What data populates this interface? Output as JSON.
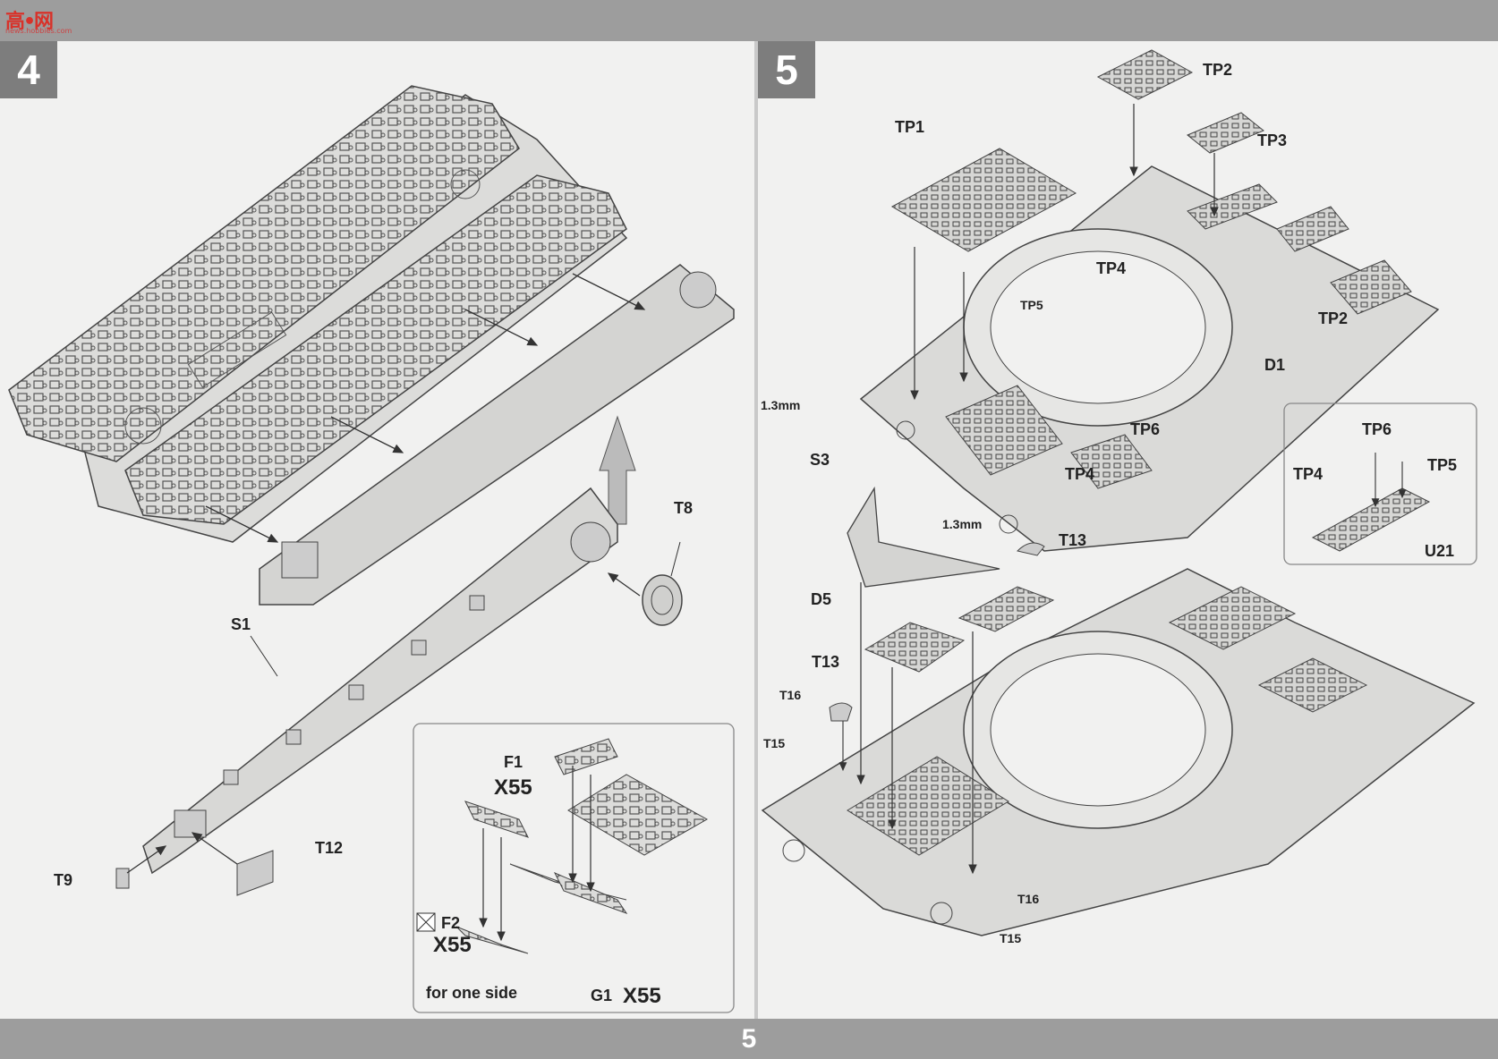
{
  "header": {
    "logo_text": "高•网",
    "logo_sub": "news.hobbies.com"
  },
  "footer": {
    "page_number": "5"
  },
  "step4": {
    "number": "4",
    "labels": {
      "t8": "T8",
      "s1": "S1",
      "t12": "T12",
      "t9": "T9"
    },
    "inset": {
      "f1": "F1",
      "f1_qty": "X55",
      "f2": "F2",
      "f2_qty": "X55",
      "g1": "G1",
      "g1_qty": "X55",
      "note": "for one side"
    }
  },
  "step5": {
    "number": "5",
    "labels": {
      "tp1": "TP1",
      "tp2_top": "TP2",
      "tp3": "TP3",
      "tp4_upper": "TP4",
      "tp5": "TP5",
      "tp2_right": "TP2",
      "d1": "D1",
      "drill_1": "1.3mm",
      "tp6": "TP6",
      "tp4_lower": "TP4",
      "drill_2": "1.3mm",
      "s3": "S3",
      "t13_top": "T13",
      "d5": "D5",
      "t13_left": "T13",
      "t16_left": "T16",
      "t15_left": "T15",
      "t16_bottom": "T16",
      "t15_bottom": "T15"
    },
    "inset": {
      "tp6": "TP6",
      "tp4": "TP4",
      "tp5": "TP5",
      "u21": "U21"
    }
  },
  "colors": {
    "band": "#9d9d9d",
    "badge": "#7d7d7d",
    "paper": "#f1f1f0",
    "part": "#d9d9d7",
    "line": "#333333"
  }
}
